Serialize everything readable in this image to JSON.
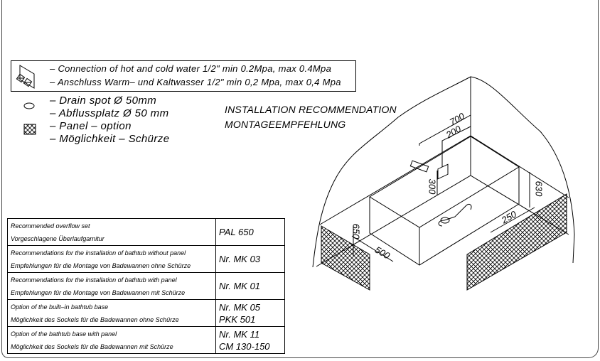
{
  "legend": {
    "connection_en": "– Connection of hot and cold water 1/2\" min 0.2Mpa, max 0.4Mpa",
    "connection_de": "– Anschluss Warm– und Kaltwasser 1/2\" min 0,2 Mpa, max 0,4 Mpa",
    "drain_en": "– Drain spot Ø 50mm",
    "drain_de": "– Abflussplatz Ø 50 mm",
    "panel_en": "– Panel – option",
    "panel_de": "– Möglichkeit – Schürze"
  },
  "title": {
    "en": "INSTALLATION RECOMMENDATION",
    "de": "MONTAGEEMPFEHLUNG"
  },
  "table": [
    {
      "en": "Recommended overflow set",
      "de": "Vorgeschlagene Überlaufgarnitur",
      "code": [
        "PAL 650"
      ]
    },
    {
      "en": "Recommendations for the installation of bathtub without panel",
      "de": "Empfehlungen für die Montage von Badewannen ohne Schürze",
      "code": [
        "Nr. MK 03"
      ]
    },
    {
      "en": "Recommendations for the installation of bathtub with panel",
      "de": "Empfehlungen für die Montage von Badewannen mit Schürze",
      "code": [
        "Nr. MK 01"
      ]
    },
    {
      "en": "Option of the built–in bathtub base",
      "de": "Möglichkeit des Sockels für die Badewannen ohne Schürze",
      "code": [
        "Nr. MK 05",
        "PKK 501"
      ]
    },
    {
      "en": "Option of the bathtub base with panel",
      "de": "Möglichkeit des Sockels für die Badewannen mit Schürze",
      "code": [
        "Nr. MK 11",
        "CM 130-150"
      ]
    }
  ],
  "dimensions": {
    "d700": "700",
    "d200": "200",
    "d300": "300",
    "d630": "630",
    "d250": "250",
    "d650": "650",
    "d500": "500"
  }
}
